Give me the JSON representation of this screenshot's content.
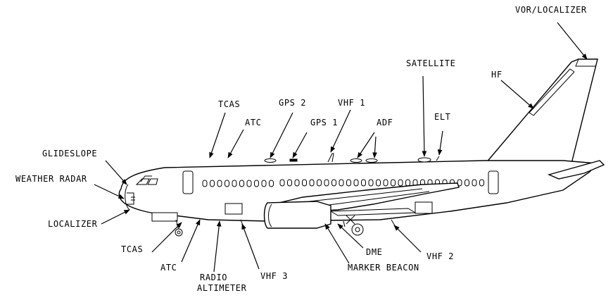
{
  "labels": {
    "vor_localizer": "VOR/LOCALIZER",
    "satellite": "SATELLITE",
    "hf": "HF",
    "tcas_top": "TCAS",
    "gps2": "GPS 2",
    "vhf1": "VHF 1",
    "atc_top": "ATC",
    "gps1": "GPS 1",
    "adf": "ADF",
    "elt": "ELT",
    "glideslope": "GLIDESLOPE",
    "weather_radar": "WEATHER RADAR",
    "localizer": "LOCALIZER",
    "tcas_bottom": "TCAS",
    "atc_bottom": "ATC",
    "radio_altimeter_1": "RADIO",
    "radio_altimeter_2": "ALTIMETER",
    "vhf3": "VHF 3",
    "dme": "DME",
    "marker_beacon": "MARKER BEACON",
    "vhf2": "VHF 2"
  }
}
